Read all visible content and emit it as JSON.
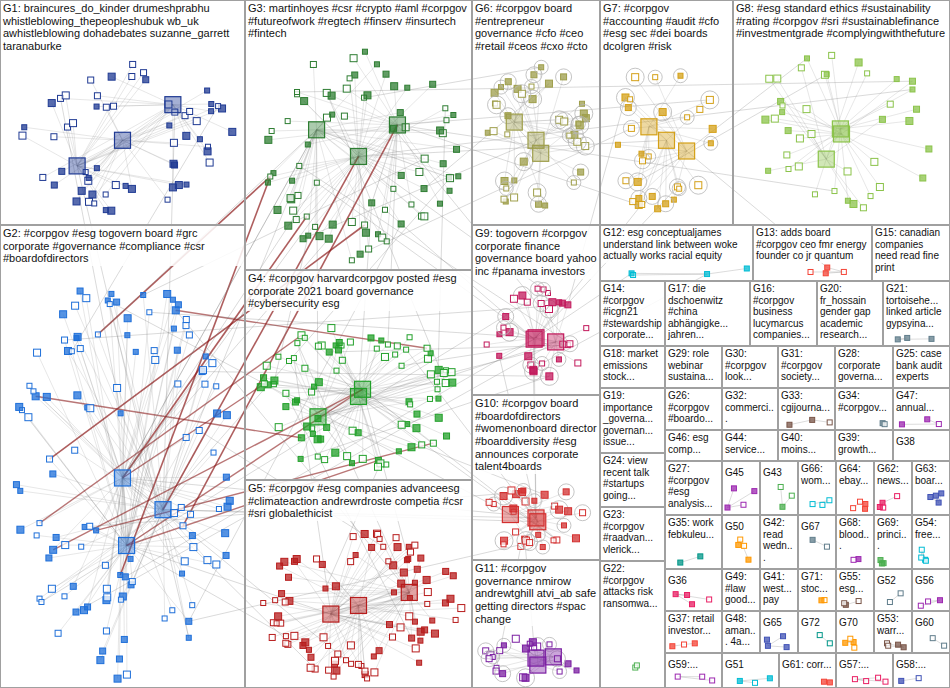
{
  "diagram": {
    "nodes": [
      {
        "text": [
          "G1: braincures_do_kinder drumeshprabhu whistleblowing_thepeopleshubuk wb_uk awhistleblowing dohadebates suzanne_garrett taranaburke"
        ]
      },
      {
        "text": [
          "G3: martinhoyes #csr #crypto #aml #corpgov #futureofwork #regtech #finserv #insurtech #fintech"
        ]
      },
      {
        "text": [
          "G6: #corpgov board #entrepreneur governance #cfo #ceo #retail #ceos #cxo #cto"
        ]
      },
      {
        "text": [
          "G7: #corpgov #accounting #audit #cfo #esg sec #dei boards dcolgren #risk"
        ]
      },
      {
        "text": [
          "G8: #esg standard ethics #sustainability #rating #corpgov #sri #sustainablefinance #investmentgrade #complyingwiththefuture"
        ]
      },
      {
        "text": [
          "G2: #corpgov #esg togovern board #grc corporate #governance #compliance #csr #boardofdirectors"
        ]
      },
      {
        "text": [
          "G4: #corpgov harvardcorpgov posted #esg corporate 2021 board governance #cybersecurity esg"
        ]
      },
      {
        "text": [
          "G9: togovern #corpgov corporate finance governance board yahoo inc #panama investors"
        ]
      },
      {
        "text": [
          "G12: esg conceptualjames understand link between woke actually works racial equity"
        ]
      },
      {
        "text": [
          "G13: adds board #corpgov ceo fmr energy founder co jr quantum"
        ]
      },
      {
        "text": [
          "G15: canadian companies need read fine print"
        ]
      },
      {
        "text": [
          "G14: #corpgov #icgn21 #stewardship corporate..."
        ]
      },
      {
        "text": [
          "G17: die dschoenwitz #china abhängigke... jahren..."
        ]
      },
      {
        "text": [
          "G16: #corpgov business lucymarcus companies..."
        ]
      },
      {
        "text": [
          "G20: fr_hossain gender gap academic research..."
        ]
      },
      {
        "text": [
          "G21: tortoisehe... linked article gypsyina..."
        ]
      },
      {
        "text": [
          "G18: market emissions stock..."
        ]
      },
      {
        "text": [
          "G29: role webinar sustaina..."
        ]
      },
      {
        "text": [
          "G30: #corpgov look..."
        ]
      },
      {
        "text": [
          "G31: #corpgov society..."
        ]
      },
      {
        "text": [
          "G28: corporate governa..."
        ]
      },
      {
        "text": [
          "G25: case bank audit experts"
        ]
      },
      {
        "text": [
          "G26: #corpgov #boardo..."
        ]
      },
      {
        "text": [
          "G32: commerci..."
        ]
      },
      {
        "text": [
          "G33: cgijourna..."
        ]
      },
      {
        "text": [
          "G34: #corpgov..."
        ]
      },
      {
        "text": [
          "G47: annual..."
        ]
      },
      {
        "text": [
          "G19: importance _governa... governan... issue..."
        ]
      },
      {
        "text": [
          "G46: esg comp..."
        ]
      },
      {
        "text": [
          "G44: service..."
        ]
      },
      {
        "text": [
          "G40: moins..."
        ]
      },
      {
        "text": [
          "G39: growth..."
        ]
      },
      {
        "text": [
          "G38"
        ]
      },
      {
        "text": [
          "G10: #corpgov board #boardofdirectors #womenonboard director #boarddiversity #esg announces corporate talent4boards"
        ]
      },
      {
        "text": [
          "G24: view recent talk #startups going..."
        ]
      },
      {
        "text": [
          "G27: #corpgov #esg analysis..."
        ]
      },
      {
        "text": [
          "G45"
        ]
      },
      {
        "text": [
          "G43"
        ]
      },
      {
        "text": [
          "G66: wom..."
        ]
      },
      {
        "text": [
          "G64: ebay..."
        ]
      },
      {
        "text": [
          "G62: news..."
        ]
      },
      {
        "text": [
          "G63: boar..."
        ]
      },
      {
        "text": [
          "G35: work febkuleu..."
        ]
      },
      {
        "text": [
          "G50"
        ]
      },
      {
        "text": [
          "G42: read wedn..."
        ]
      },
      {
        "text": [
          "G67"
        ]
      },
      {
        "text": [
          "G68: blood..."
        ]
      },
      {
        "text": [
          "G69: princi..."
        ]
      },
      {
        "text": [
          "G54: free..."
        ]
      },
      {
        "text": [
          "G23: #corpgov #raadvan... vlerick..."
        ]
      },
      {
        "text": [
          "G36"
        ]
      },
      {
        "text": [
          "G49: #law good..."
        ]
      },
      {
        "text": [
          "G41: west... pay"
        ]
      },
      {
        "text": [
          "G71: stoc..."
        ]
      },
      {
        "text": [
          "G55: esg..."
        ]
      },
      {
        "text": [
          "G52"
        ]
      },
      {
        "text": [
          "G56"
        ]
      },
      {
        "text": [
          "G5: #corpgov #esg companies advanceesg #climateaction andrewrdroste competia #csr #sri globalethicist"
        ]
      },
      {
        "text": [
          "G11: #corpgov governance nmirow andrewtghill atvi_ab safe getting directors #spac change"
        ]
      },
      {
        "text": [
          "G37: retail investor..."
        ]
      },
      {
        "text": [
          "G48: aman... 4a..."
        ]
      },
      {
        "text": [
          "G65"
        ]
      },
      {
        "text": [
          "G72"
        ]
      },
      {
        "text": [
          "G70"
        ]
      },
      {
        "text": [
          "G53: warr..."
        ]
      },
      {
        "text": [
          "G60"
        ]
      },
      {
        "text": [
          "G59:..."
        ]
      },
      {
        "text": [
          "G22: #corpgov attacks risk ransomwa..."
        ]
      },
      {
        "text": [
          "G51"
        ]
      },
      {
        "text": [
          "G61: corr..."
        ]
      },
      {
        "text": [
          "G57:..."
        ]
      },
      {
        "text": [
          "G58:..."
        ]
      }
    ]
  }
}
